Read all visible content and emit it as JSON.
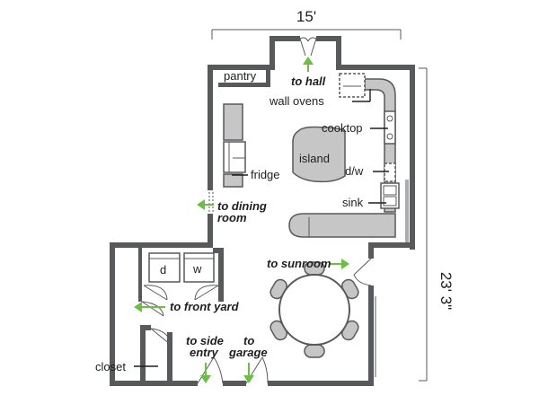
{
  "dimensions": {
    "width_label": "15'",
    "height_label": "23' 3\""
  },
  "rooms": {
    "pantry": "pantry",
    "wall_ovens": "wall ovens",
    "cooktop": "cooktop",
    "island": "island",
    "fridge": "fridge",
    "dw": "d/w",
    "sink": "sink",
    "closet": "closet",
    "dryer": "d",
    "washer": "w"
  },
  "directions": {
    "hall": "to hall",
    "dining_1": "to dining",
    "dining_2": "room",
    "sunroom": "to sunroom",
    "front_yard": "to front yard",
    "side_entry_1": "to side",
    "side_entry_2": "entry",
    "garage_1": "to",
    "garage_2": "garage"
  },
  "colors": {
    "wall": "#58595b",
    "counter": "#c6c6c6",
    "arrow": "#6cbe45",
    "text": "#1e1e1e"
  }
}
